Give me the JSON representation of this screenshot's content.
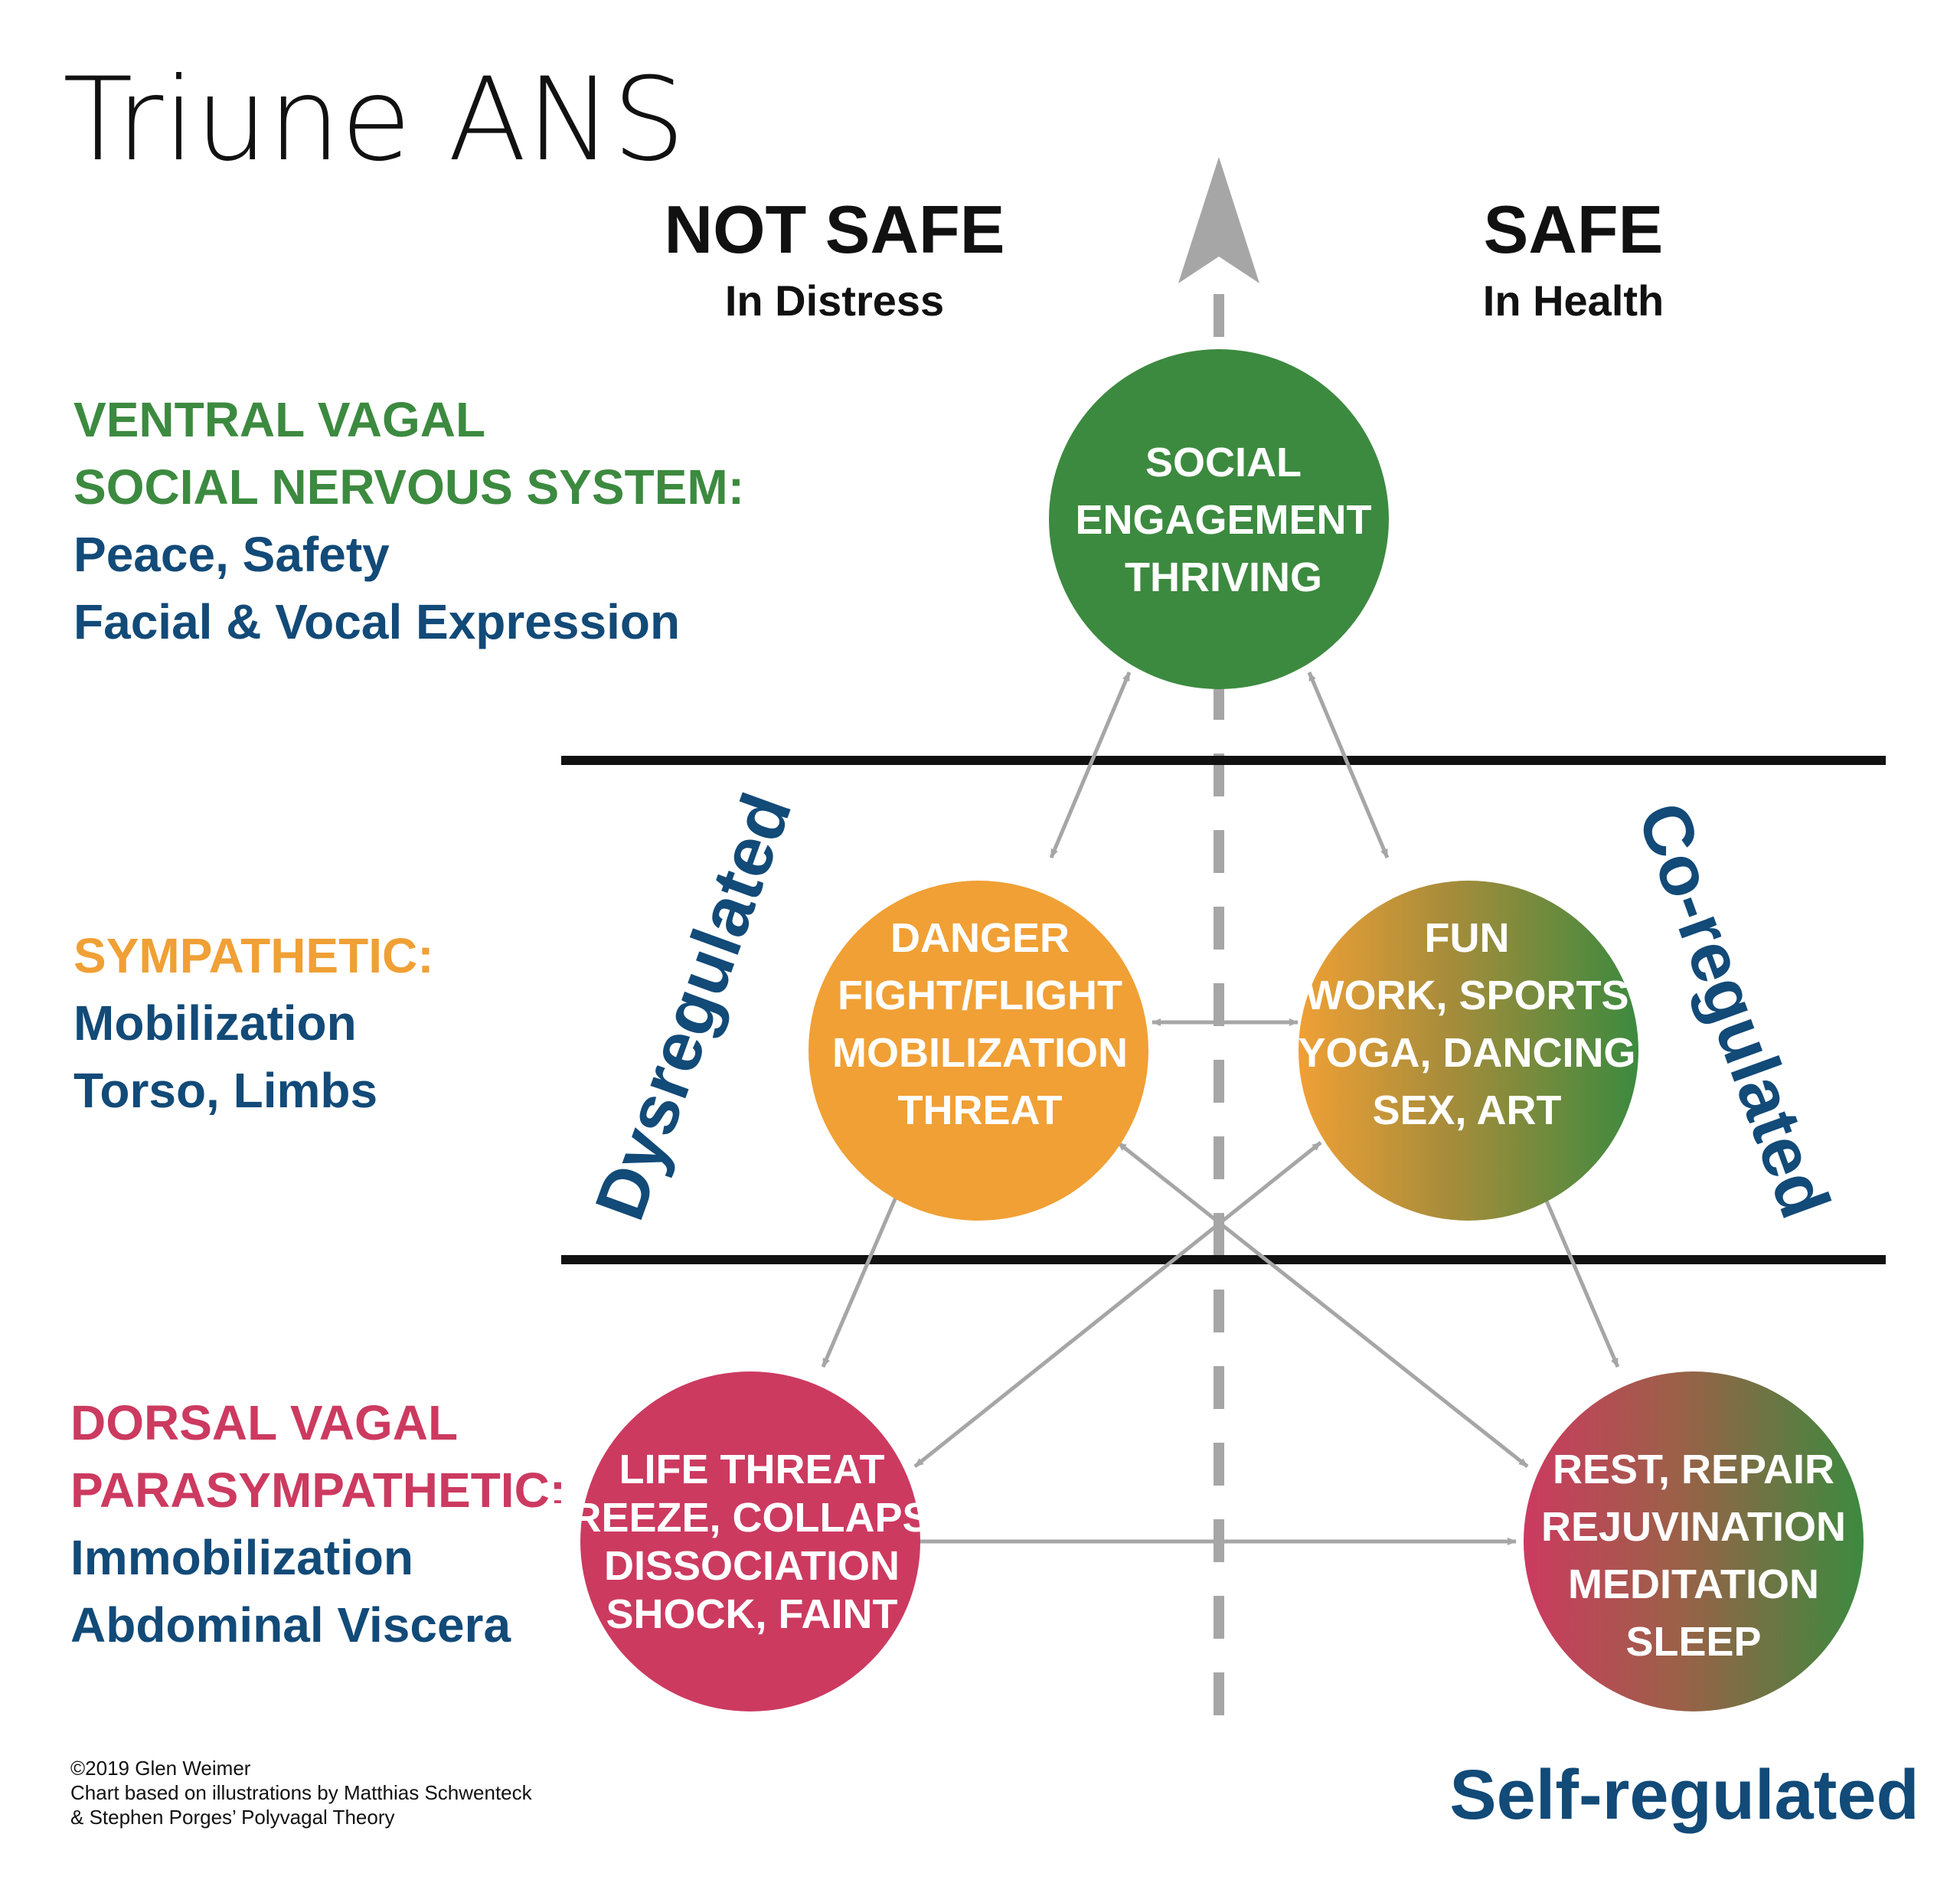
{
  "title": "Triune ANS",
  "header": {
    "not_safe": "NOT SAFE",
    "in_distress": "In Distress",
    "safe": "SAFE",
    "in_health": "In Health"
  },
  "levels": {
    "ventral": {
      "line1": "VENTRAL VAGAL",
      "line2": "SOCIAL NERVOUS SYSTEM:",
      "line3": "Peace, Safety",
      "line4": "Facial & Vocal Expression"
    },
    "sympathetic": {
      "line1": "SYMPATHETIC:",
      "line2": "Mobilization",
      "line3": "Torso, Limbs"
    },
    "dorsal": {
      "line1": "DORSAL VAGAL",
      "line2": "PARASYMPATHETIC:",
      "line3": "Immobilization",
      "line4": "Abdominal Viscera"
    }
  },
  "circles": {
    "social": [
      "SOCIAL",
      "ENGAGEMENT",
      "THRIVING"
    ],
    "danger": [
      "DANGER",
      "FIGHT/FLIGHT",
      "MOBILIZATION",
      "THREAT"
    ],
    "fun": [
      "FUN",
      "WORK, SPORTS",
      "YOGA, DANCING",
      "SEX, ART"
    ],
    "life": [
      "LIFE THREAT",
      "FREEZE, COLLAPSE",
      "DISSOCIATION",
      "SHOCK, FAINT"
    ],
    "rest": [
      "REST, REPAIR",
      "REJUVINATION",
      "MEDITATION",
      "SLEEP"
    ]
  },
  "regulation": {
    "dysregulated": "Dysregulated",
    "coregulated": "Co-regulated",
    "selfregulated": "Self-regulated"
  },
  "credits": {
    "line1": "©2019 Glen Weimer",
    "line2": "Chart based on illustrations by Matthias Schwenteck",
    "line3": "& Stephen Porges’ Polyvagal Theory"
  },
  "colors": {
    "green": "#3c8a3f",
    "orange": "#f0a035",
    "crimson": "#cc3a60",
    "navy": "#124a78",
    "gray": "#a6a6a6"
  }
}
